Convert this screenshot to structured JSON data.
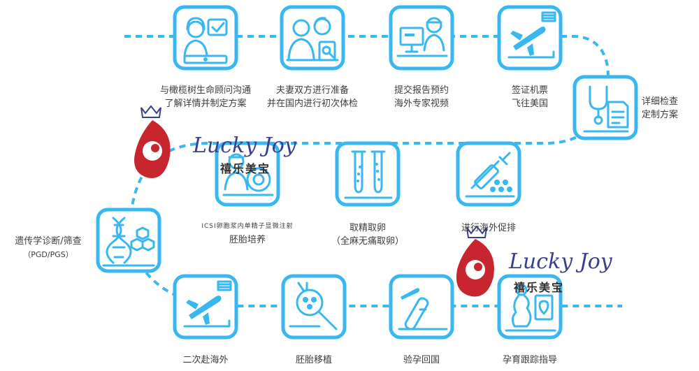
{
  "steps": [
    {
      "lines": [
        "与橄榄树生命顾问沟通",
        "了解详情并制定方案"
      ],
      "icon": "consultant-chat-icon"
    },
    {
      "lines": [
        "夫妻双方进行准备",
        "并在国内进行初次体检"
      ],
      "icon": "couple-checkup-icon"
    },
    {
      "lines": [
        "提交报告预约",
        "海外专家视频"
      ],
      "icon": "video-doctor-icon"
    },
    {
      "lines": [
        "签证机票",
        "飞往美国"
      ],
      "icon": "airplane-flag-icon"
    },
    {
      "lines": [
        "详细检查",
        "定制方案"
      ],
      "icon": "stethoscope-report-icon"
    },
    {
      "lines": [
        "进行海外促排"
      ],
      "icon": "syringe-icon"
    },
    {
      "lines": [
        "取精取卵",
        "（全麻无痛取卵）"
      ],
      "icon": "test-tubes-icon"
    },
    {
      "lines": [
        "ICSI卵胞浆内单精子显微注射",
        "胚胎培养"
      ],
      "icon": "icsi-doctor-icon"
    },
    {
      "lines": [
        "遗传学诊断/筛查",
        "（PGD/PGS）"
      ],
      "icon": "dna-icon"
    },
    {
      "lines": [
        "二次赴海外"
      ],
      "icon": "airplane-flag-icon"
    },
    {
      "lines": [
        "胚胎移植"
      ],
      "icon": "embryo-transfer-icon"
    },
    {
      "lines": [
        "验孕回国"
      ],
      "icon": "pregnancy-test-icon"
    },
    {
      "lines": [
        "孕育跟踪指导"
      ],
      "icon": "pregnancy-tracking-icon"
    }
  ],
  "watermark": {
    "brand": "Lucky Joy",
    "brand_cn": "禧乐美宝"
  },
  "colors": {
    "accent": "#38b7f0",
    "text": "#3c3c3c",
    "logo_red": "#c8262e",
    "logo_navy": "#3a3f8f"
  }
}
